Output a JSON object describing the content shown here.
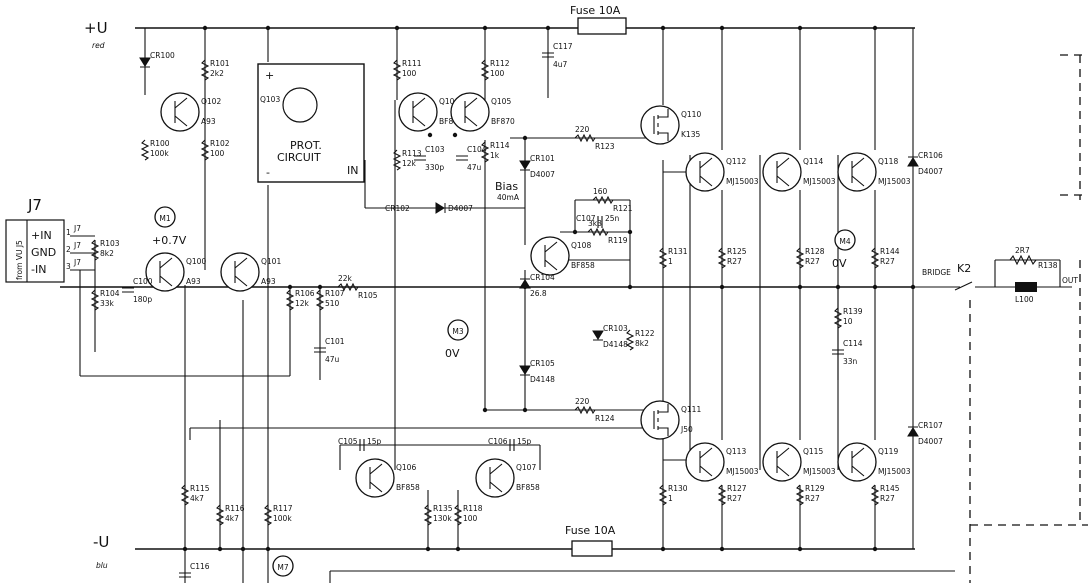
{
  "rails": {
    "pos_label": "+U",
    "pos_color_label": "red",
    "neg_label": "-U",
    "neg_color_label": "blu",
    "fuse_top": "Fuse 10A",
    "fuse_bottom": "Fuse 10A"
  },
  "connector": {
    "name": "J7",
    "side_label": "from VU J5",
    "pins": [
      {
        "num": "1",
        "name": "+IN",
        "ref": "J7"
      },
      {
        "num": "2",
        "name": "GND",
        "ref": "J7"
      },
      {
        "num": "3",
        "name": "-IN",
        "ref": "J7"
      }
    ]
  },
  "protection": {
    "title_line1": "PROT.",
    "title_line2": "CIRCUIT",
    "plus": "+",
    "minus": "-",
    "in": "IN",
    "transistor": "Q103"
  },
  "measure_points": [
    {
      "id": "M1",
      "value": "+0.7V"
    },
    {
      "id": "M3",
      "value": "0V"
    },
    {
      "id": "M4",
      "value": "0V"
    },
    {
      "id": "M7",
      "value": ""
    }
  ],
  "bias_note": {
    "line1": "Bias",
    "line2": "40mA"
  },
  "output": {
    "bridge": "BRIDGE",
    "relay": "K2",
    "out": "OUT",
    "inductor": "L100",
    "r_value": "2R7",
    "r_ref": "R138"
  },
  "transistors": [
    {
      "ref": "Q102",
      "type": "A93"
    },
    {
      "ref": "Q100",
      "type": "A93"
    },
    {
      "ref": "Q101",
      "type": "A93"
    },
    {
      "ref": "Q104",
      "type": "BF870"
    },
    {
      "ref": "Q105",
      "type": "BF870"
    },
    {
      "ref": "Q108",
      "type": "BF858"
    },
    {
      "ref": "Q106",
      "type": "BF858"
    },
    {
      "ref": "Q107",
      "type": "BF858"
    },
    {
      "ref": "Q110",
      "type": "K135"
    },
    {
      "ref": "Q111",
      "type": "J50"
    },
    {
      "ref": "Q112",
      "type": "MJ15003"
    },
    {
      "ref": "Q114",
      "type": "MJ15003"
    },
    {
      "ref": "Q118",
      "type": "MJ15003"
    },
    {
      "ref": "Q113",
      "type": "MJ15003"
    },
    {
      "ref": "Q115",
      "type": "MJ15003"
    },
    {
      "ref": "Q119",
      "type": "MJ15003"
    }
  ],
  "resistors": [
    {
      "ref": "R101",
      "value": "2k2"
    },
    {
      "ref": "R100",
      "value": "100k"
    },
    {
      "ref": "R102",
      "value": "100"
    },
    {
      "ref": "R103",
      "value": "8k2"
    },
    {
      "ref": "R104",
      "value": "33k"
    },
    {
      "ref": "R106",
      "value": "12k"
    },
    {
      "ref": "R107",
      "value": "510"
    },
    {
      "ref": "R105",
      "value": "22k"
    },
    {
      "ref": "R111",
      "value": "100"
    },
    {
      "ref": "R112",
      "value": "100"
    },
    {
      "ref": "R113",
      "value": "12k"
    },
    {
      "ref": "R114",
      "value": "1k"
    },
    {
      "ref": "R123",
      "value": "220"
    },
    {
      "ref": "R121",
      "value": "160"
    },
    {
      "ref": "R119",
      "value": "3k3"
    },
    {
      "ref": "R122",
      "value": "8k2"
    },
    {
      "ref": "R124",
      "value": "220"
    },
    {
      "ref": "R131",
      "value": "1"
    },
    {
      "ref": "R125",
      "value": "R27"
    },
    {
      "ref": "R128",
      "value": "R27"
    },
    {
      "ref": "R144",
      "value": "R27"
    },
    {
      "ref": "R139",
      "value": "10"
    },
    {
      "ref": "R130",
      "value": "1"
    },
    {
      "ref": "R127",
      "value": "R27"
    },
    {
      "ref": "R129",
      "value": "R27"
    },
    {
      "ref": "R145",
      "value": "R27"
    },
    {
      "ref": "R115",
      "value": "4k7"
    },
    {
      "ref": "R116",
      "value": "4k7"
    },
    {
      "ref": "R117",
      "value": "100k"
    },
    {
      "ref": "R135",
      "value": "130k"
    },
    {
      "ref": "R118",
      "value": "100"
    }
  ],
  "capacitors": [
    {
      "ref": "C117",
      "value": "4u7"
    },
    {
      "ref": "C100",
      "value": "180p"
    },
    {
      "ref": "C101",
      "value": "47u"
    },
    {
      "ref": "C103",
      "value": "330p"
    },
    {
      "ref": "C104",
      "value": "47u"
    },
    {
      "ref": "C107",
      "value": "25n"
    },
    {
      "ref": "C114",
      "value": "33n"
    },
    {
      "ref": "C105",
      "value": "15p"
    },
    {
      "ref": "C106",
      "value": "15p"
    },
    {
      "ref": "C116",
      "value": ""
    }
  ],
  "diodes": [
    {
      "ref": "CR100",
      "value": ""
    },
    {
      "ref": "CR101",
      "value": "D4007"
    },
    {
      "ref": "CR102",
      "value": "D4007"
    },
    {
      "ref": "CR104",
      "value": "26.8"
    },
    {
      "ref": "CR105",
      "value": "D4148"
    },
    {
      "ref": "CR103",
      "value": "D4148"
    },
    {
      "ref": "CR106",
      "value": "D4007"
    },
    {
      "ref": "CR107",
      "value": "D4007"
    }
  ]
}
